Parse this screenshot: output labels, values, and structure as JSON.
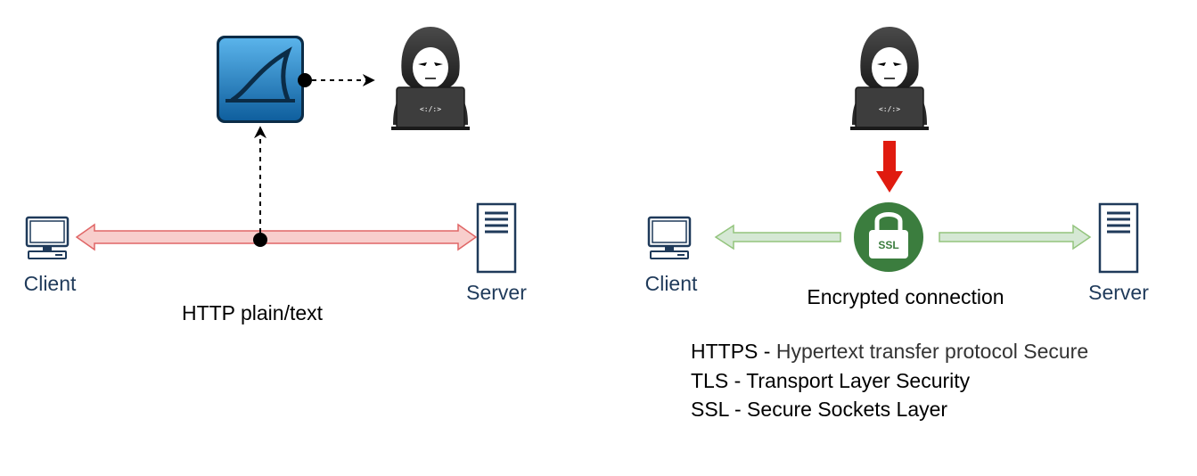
{
  "left_panel": {
    "client_label": "Client",
    "server_label": "Server",
    "caption": "HTTP plain/text",
    "sniffer_tool_icon": "shark-fin-sniffer-icon",
    "attacker_icon": "hooded-hacker-icon",
    "laptop_screen_text": "<:/:>"
  },
  "right_panel": {
    "client_label": "Client",
    "server_label": "Server",
    "caption": "Encrypted connection",
    "lock_text": "SSL",
    "attacker_icon": "hooded-hacker-icon",
    "laptop_screen_text": "<:/:>"
  },
  "legend": {
    "line1_abbr": "HTTPS",
    "line1_sep": " - ",
    "line1_text": "Hypertext transfer protocol Secure",
    "line2": "TLS - Transport Layer Security",
    "line3": "SSL - Secure Sockets Layer"
  },
  "colors": {
    "plain_link_fill": "#f8cecc",
    "plain_link_stroke": "#e06666",
    "secure_link_fill": "#d5e8d4",
    "secure_link_stroke": "#93c47d",
    "lock_green": "#3b7d3e",
    "alert_red": "#e01b0f",
    "sniffer_blue": "#1f7fc0",
    "label_navy": "#1f3a5a"
  }
}
